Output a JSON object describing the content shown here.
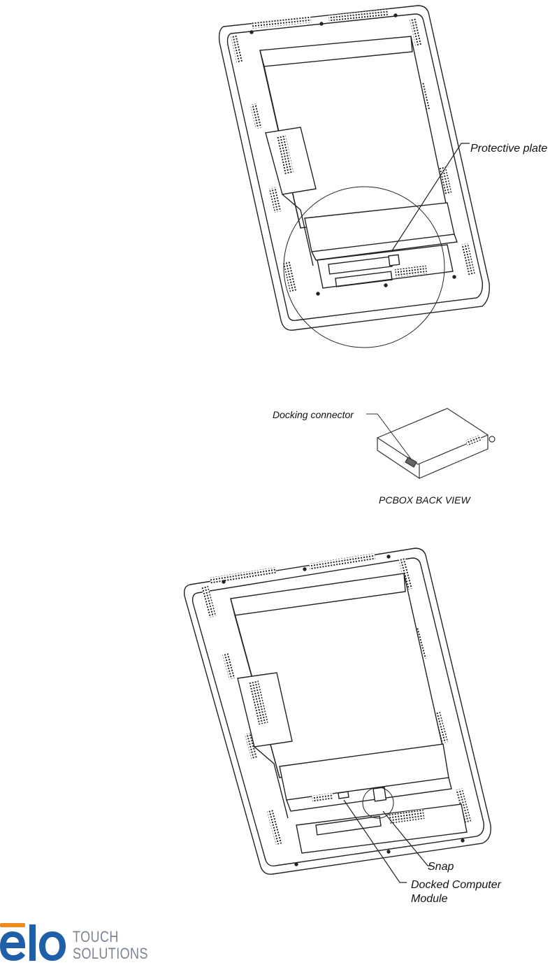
{
  "figure1": {
    "label_protective_plate": "Protective plate"
  },
  "figure2": {
    "label_docking_connector": "Docking connector",
    "caption": "PCBOX BACK VIEW"
  },
  "figure3": {
    "label_snap": "Snap",
    "label_docked_line1": "Docked Computer",
    "label_docked_line2": "Module"
  },
  "logo": {
    "mark": "elo",
    "line1": "TOUCH",
    "line2": "SOLUTIONS",
    "colors": {
      "mark_blue": "#1f5fa8",
      "mark_orange": "#f08a1c",
      "text_gray": "#7d8590"
    }
  }
}
